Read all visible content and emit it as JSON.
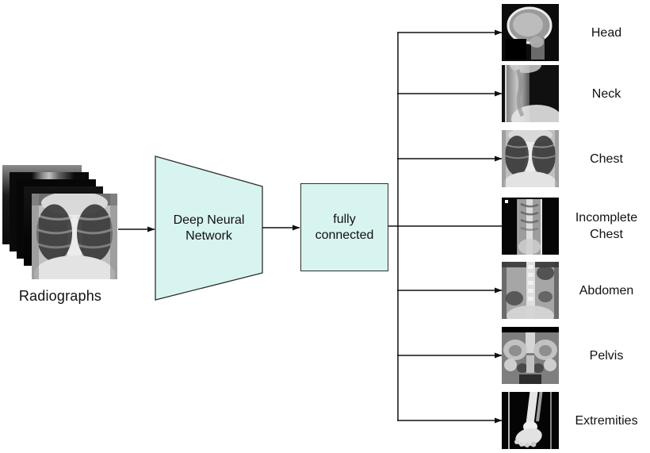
{
  "figure": {
    "description": "Flow diagram: radiographs fed into a deep neural network with a fully connected layer classifying body part",
    "colors": {
      "node_fill": "#d8f4f1",
      "node_border": "#2e2e2e",
      "connector": "#111111",
      "background": "#ffffff"
    }
  },
  "input": {
    "label": "Radiographs",
    "stack_count": 5,
    "front_image": "chest-xray"
  },
  "nodes": {
    "dnn": {
      "label": "Deep Neural Network",
      "shape": "trapezoid"
    },
    "fc": {
      "label": "fully connected",
      "shape": "rectangle"
    }
  },
  "outputs": [
    {
      "label": "Head",
      "thumb": "skull-lateral-xray",
      "arrowhead": true
    },
    {
      "label": "Neck",
      "thumb": "cervical-spine-xray",
      "arrowhead": true
    },
    {
      "label": "Chest",
      "thumb": "chest-xray",
      "arrowhead": true
    },
    {
      "label": "Incomplete Chest",
      "thumb": "partial-chest-xray",
      "arrowhead": false
    },
    {
      "label": "Abdomen",
      "thumb": "abdomen-xray",
      "arrowhead": true
    },
    {
      "label": "Pelvis",
      "thumb": "pelvis-xray",
      "arrowhead": true
    },
    {
      "label": "Extremities",
      "thumb": "foot-ankle-xray",
      "arrowhead": true
    }
  ]
}
